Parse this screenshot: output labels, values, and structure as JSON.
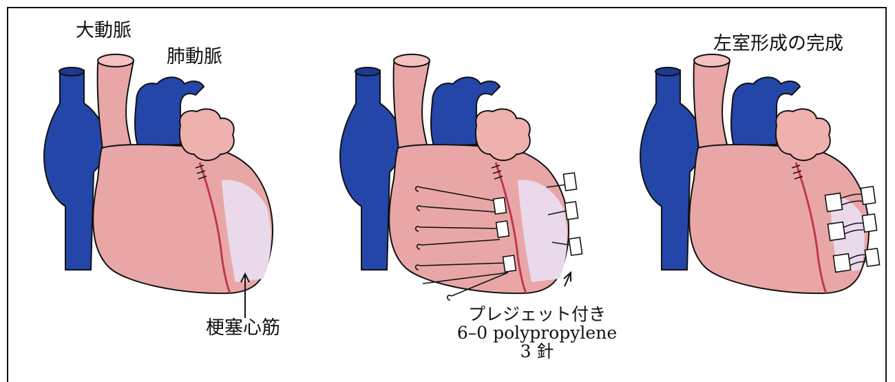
{
  "panel1": {
    "label_aorta": "大動脈",
    "label_pulmonary_artery": "肺動脈",
    "label_infarct": "梗塞心筋"
  },
  "panel2": {
    "caption_line1": "プレジェット付き",
    "caption_line2": "6–0 polypropylene",
    "caption_line3": "3 針"
  },
  "panel3": {
    "label_complete": "左室形成の完成"
  },
  "colors": {
    "heart_fill": "#e8a7a6",
    "vessel_blue": "#2446a8",
    "infarct_fill": "#ead9ea",
    "suture_red": "#c0384e",
    "outline": "#111111"
  }
}
